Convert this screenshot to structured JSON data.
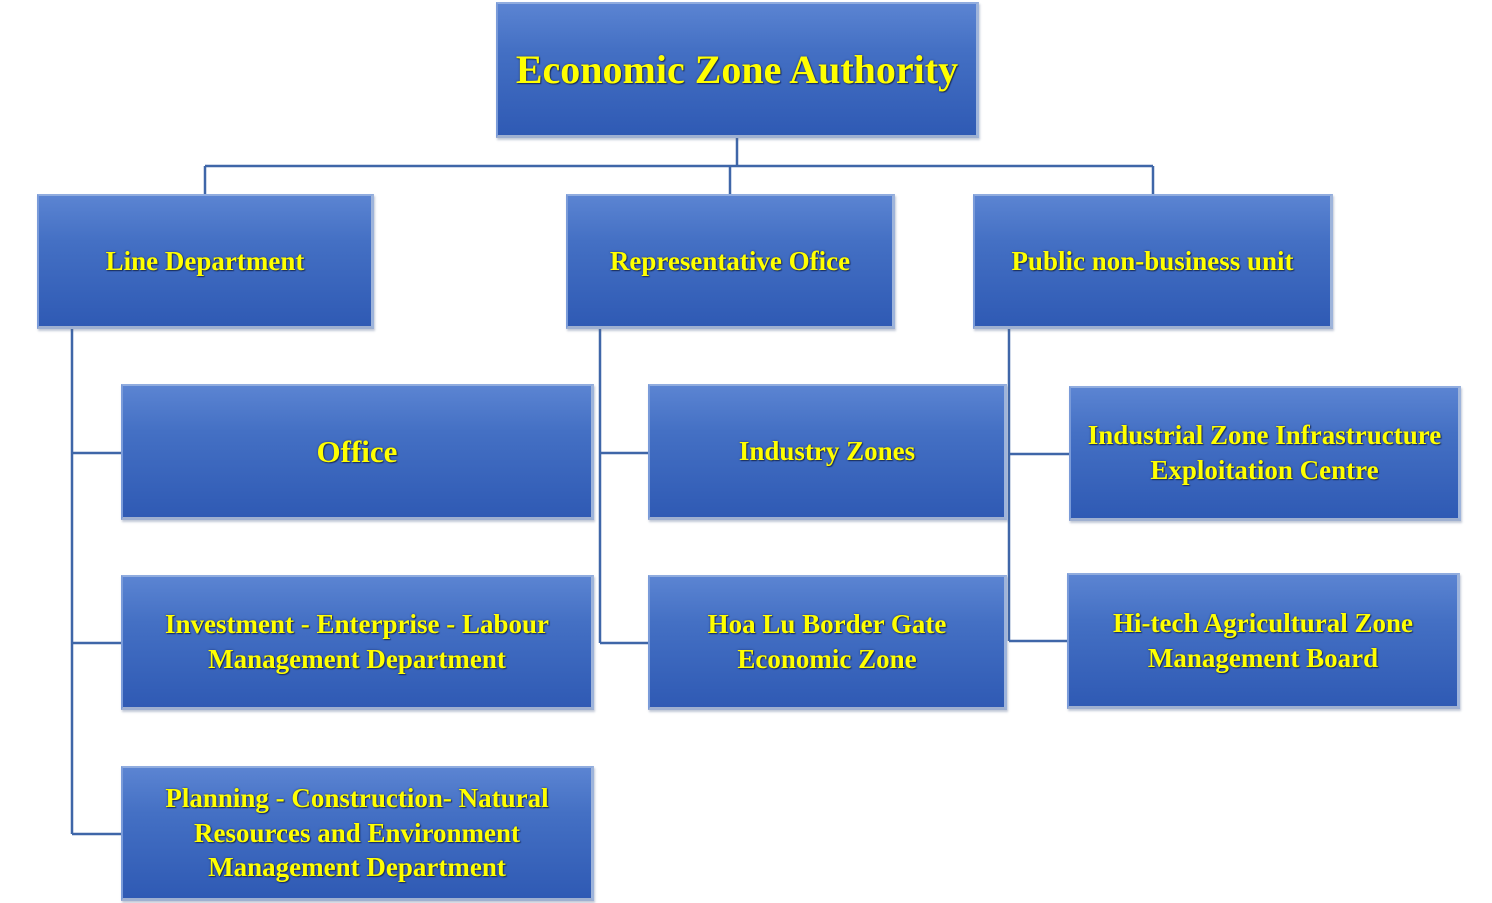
{
  "root": {
    "label": "Economic Zone Authority"
  },
  "branches": [
    {
      "label": "Line Department",
      "children": [
        "Office",
        "Investment - Enterprise - Labour Management Department",
        "Planning - Construction- Natural Resources and Environment Management Department"
      ]
    },
    {
      "label": "Representative Ofice",
      "children": [
        "Industry Zones",
        "Hoa Lu Border Gate Economic Zone"
      ]
    },
    {
      "label": "Public non-business unit",
      "children": [
        "Industrial Zone Infrastructure Exploitation Centre",
        "Hi-tech Agricultural Zone Management Board"
      ]
    }
  ],
  "colors": {
    "box_fill": "#4472c4",
    "text": "#ffff00",
    "connector": "#3f66a8"
  }
}
